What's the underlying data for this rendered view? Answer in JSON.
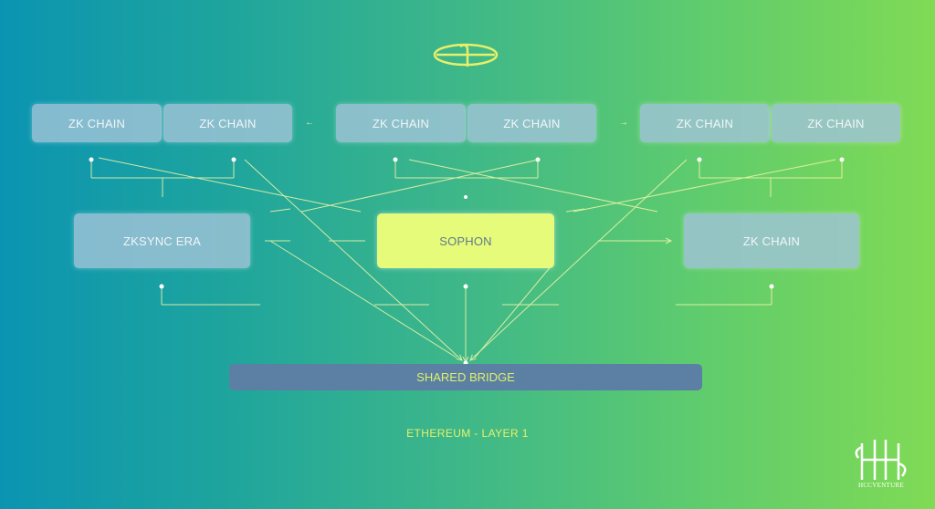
{
  "colors": {
    "node": "#a0c3d7",
    "sophon": "#e7fb7a",
    "bridge": "#5b80a4",
    "line": "#f4f7a8",
    "label": "#e8f06a"
  },
  "icons": [
    "sophon-logo-icon",
    "arrow-left-icon",
    "arrow-right-icon",
    "hccventure-logo-icon"
  ],
  "top_chains": [
    "ZK CHAIN",
    "ZK CHAIN",
    "ZK CHAIN",
    "ZK CHAIN",
    "ZK CHAIN",
    "ZK CHAIN"
  ],
  "middle": {
    "left": "ZKSYNC ERA",
    "center": "SOPHON",
    "right": "ZK CHAIN"
  },
  "bridge": "SHARED BRIDGE",
  "layer_label": "ETHEREUM - LAYER 1",
  "watermark": "HCCVENTURE"
}
